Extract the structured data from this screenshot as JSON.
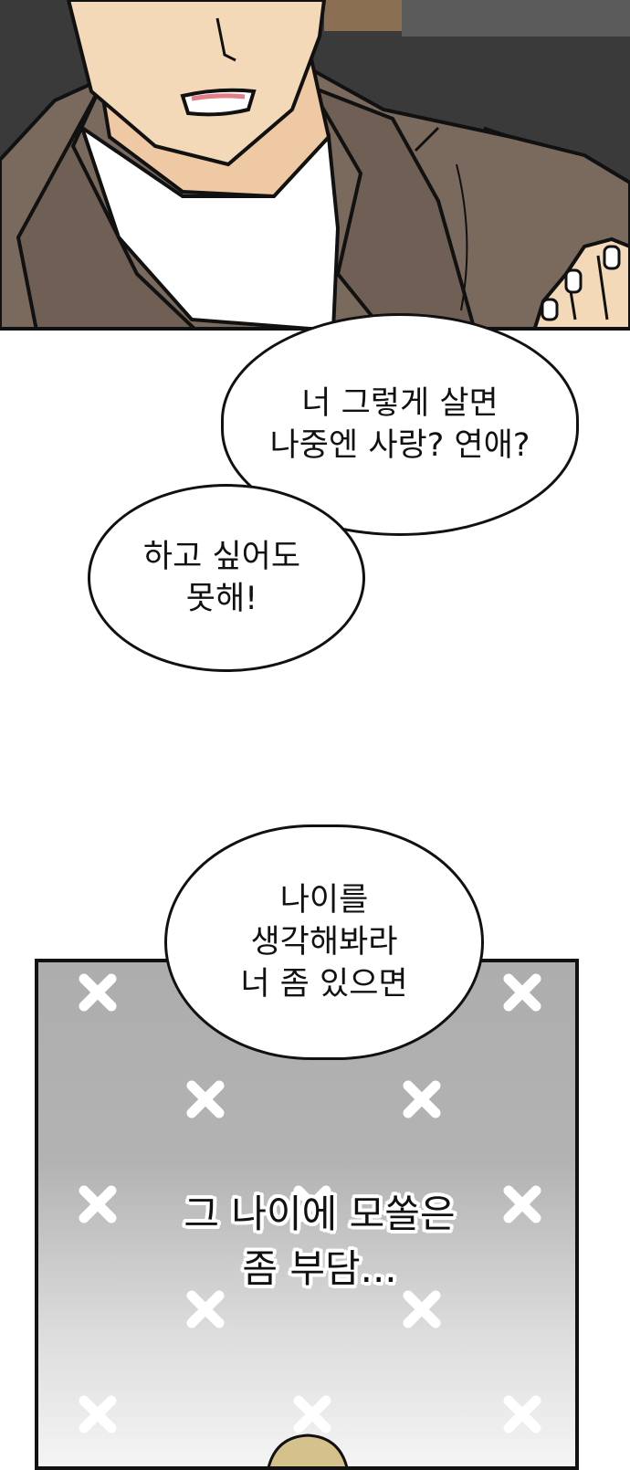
{
  "bubbles": {
    "top": {
      "line1": "너 그렇게 살면",
      "line2": "나중엔 사랑? 연애?"
    },
    "middle": {
      "line1": "하고 싶어도",
      "line2": "못해!"
    },
    "lower": {
      "line1": "나이를",
      "line2": "생각해봐라",
      "line3": "너 좀 있으면"
    }
  },
  "narration": {
    "line1": "그 나이에 모쏠은",
    "line2": "좀 부담..."
  },
  "colors": {
    "ink": "#111111",
    "jacket": "#7a6a5e",
    "skin": "#f3d9b8",
    "shirt": "#ffffff",
    "panel_gray": "#adadad"
  },
  "icons": [
    "x-mark-icon"
  ]
}
